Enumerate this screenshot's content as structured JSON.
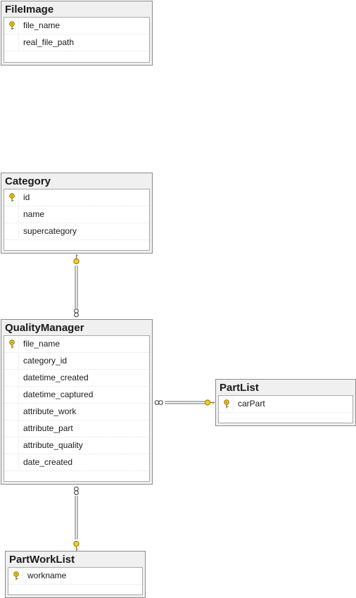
{
  "diagram": {
    "colors": {
      "key_fill": "#f2d21c",
      "key_stroke": "#8a6d00",
      "header_bg": "#f0f0f0",
      "border": "#8c8c8c"
    },
    "tables": {
      "file_image": {
        "name": "FileImage",
        "columns": [
          {
            "name": "file_name",
            "pk": true
          },
          {
            "name": "real_file_path",
            "pk": false
          }
        ]
      },
      "category": {
        "name": "Category",
        "columns": [
          {
            "name": "id",
            "pk": true
          },
          {
            "name": "name",
            "pk": false
          },
          {
            "name": "supercategory",
            "pk": false
          }
        ]
      },
      "quality_manager": {
        "name": "QualityManager",
        "columns": [
          {
            "name": "file_name",
            "pk": true
          },
          {
            "name": "category_id",
            "pk": false
          },
          {
            "name": "datetime_created",
            "pk": false
          },
          {
            "name": "datetime_captured",
            "pk": false
          },
          {
            "name": "attribute_work",
            "pk": false
          },
          {
            "name": "attribute_part",
            "pk": false
          },
          {
            "name": "attribute_quality",
            "pk": false
          },
          {
            "name": "date_created",
            "pk": false
          }
        ]
      },
      "part_list": {
        "name": "PartList",
        "columns": [
          {
            "name": "carPart",
            "pk": true
          }
        ]
      },
      "part_work_list": {
        "name": "PartWorkList",
        "columns": [
          {
            "name": "workname",
            "pk": true
          }
        ]
      }
    },
    "relationships": [
      {
        "one": "Category",
        "many": "QualityManager"
      },
      {
        "one": "PartList",
        "many": "QualityManager"
      },
      {
        "one": "PartWorkList",
        "many": "QualityManager"
      }
    ]
  }
}
